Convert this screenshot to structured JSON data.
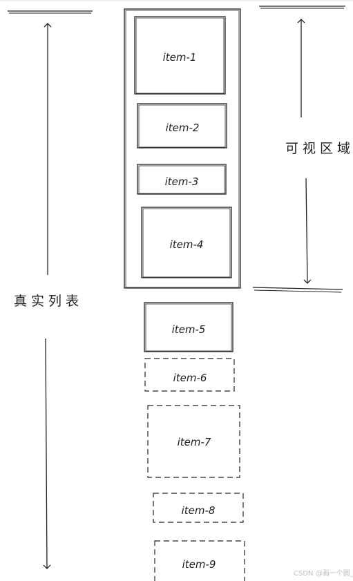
{
  "labels": {
    "real_list": "真实列表",
    "visible_area": "可视区域"
  },
  "items": [
    {
      "label": "item-1",
      "in_view": true
    },
    {
      "label": "item-2",
      "in_view": true
    },
    {
      "label": "item-3",
      "in_view": true
    },
    {
      "label": "item-4",
      "in_view": true
    },
    {
      "label": "item-5",
      "in_view": false
    },
    {
      "label": "item-6",
      "in_view": false
    },
    {
      "label": "item-7",
      "in_view": false
    },
    {
      "label": "item-8",
      "in_view": false
    },
    {
      "label": "item-9",
      "in_view": false
    }
  ],
  "watermark": "CSDN @画一个圆_"
}
